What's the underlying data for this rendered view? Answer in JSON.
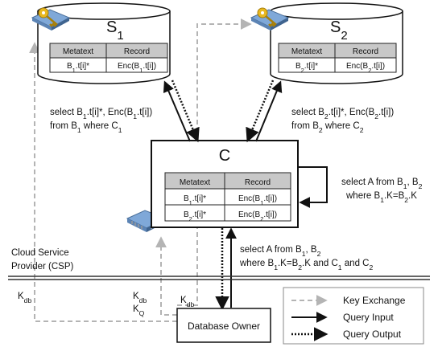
{
  "servers": [
    {
      "name": "S",
      "sub": "1",
      "table": {
        "headers": [
          "Metatext",
          "Record"
        ],
        "rows": [
          [
            {
              "t": "B",
              "s": "1",
              "r": ".t[i]*"
            },
            {
              "t": "Enc(B",
              "s": "1",
              "r": ".t[i])"
            }
          ]
        ]
      }
    },
    {
      "name": "S",
      "sub": "2",
      "table": {
        "headers": [
          "Metatext",
          "Record"
        ],
        "rows": [
          [
            {
              "t": "B",
              "s": "2",
              "r": ".t[i]*"
            },
            {
              "t": "Enc(B",
              "s": "2",
              "r": ".t[i])"
            }
          ]
        ]
      }
    }
  ],
  "central": {
    "name": "C",
    "table": {
      "headers": [
        "Metatext",
        "Record"
      ],
      "rows": [
        [
          {
            "t": "B",
            "s": "1",
            "r": ".t[i]*"
          },
          {
            "t": "Enc(B",
            "s": "1",
            "r": ".t[i])"
          }
        ],
        [
          {
            "t": "B",
            "s": "2",
            "r": ".t[i]*"
          },
          {
            "t": "Enc(B",
            "s": "2",
            "r": ".t[i])"
          }
        ]
      ]
    }
  },
  "queries": {
    "s1_line1": [
      {
        "t": "select B"
      },
      {
        "t": "1",
        "sub": true
      },
      {
        "t": ".t[i]*, Enc(B"
      },
      {
        "t": "1",
        "sub": true
      },
      {
        "t": ".t[i])"
      }
    ],
    "s1_line2": [
      {
        "t": "from B"
      },
      {
        "t": "1",
        "sub": true
      },
      {
        "t": " where C"
      },
      {
        "t": "1",
        "sub": true
      }
    ],
    "s2_line1": [
      {
        "t": "select B"
      },
      {
        "t": "2",
        "sub": true
      },
      {
        "t": ".t[i]*, Enc(B"
      },
      {
        "t": "2",
        "sub": true
      },
      {
        "t": ".t[i])"
      }
    ],
    "s2_line2": [
      {
        "t": "from B"
      },
      {
        "t": "2",
        "sub": true
      },
      {
        "t": " where C"
      },
      {
        "t": "2",
        "sub": true
      }
    ],
    "self_line1": [
      {
        "t": "select A from B"
      },
      {
        "t": "1",
        "sub": true
      },
      {
        "t": ", B"
      },
      {
        "t": "2",
        "sub": true
      }
    ],
    "self_line2": [
      {
        "t": "where B"
      },
      {
        "t": "1",
        "sub": true
      },
      {
        "t": ".K=B"
      },
      {
        "t": "2",
        "sub": true
      },
      {
        "t": ".K"
      }
    ],
    "owner_line1": [
      {
        "t": "select A from B"
      },
      {
        "t": "1",
        "sub": true
      },
      {
        "t": ", B"
      },
      {
        "t": "2",
        "sub": true
      }
    ],
    "owner_line2": [
      {
        "t": "where B"
      },
      {
        "t": "1",
        "sub": true
      },
      {
        "t": ".K=B"
      },
      {
        "t": "2",
        "sub": true
      },
      {
        "t": ".K and C"
      },
      {
        "t": "1",
        "sub": true
      },
      {
        "t": " and C"
      },
      {
        "t": "2",
        "sub": true
      }
    ]
  },
  "keys": {
    "left": [
      {
        "t": "K"
      },
      {
        "t": "db",
        "sub": true
      }
    ],
    "middle1": [
      {
        "t": "K"
      },
      {
        "t": "db",
        "sub": true
      }
    ],
    "middle2": [
      {
        "t": "K"
      },
      {
        "t": "Q",
        "sub": true
      }
    ],
    "right": [
      {
        "t": "K"
      },
      {
        "t": "db",
        "sub": true
      }
    ]
  },
  "csp_label": [
    "Cloud Service",
    "Provider (CSP)"
  ],
  "owner_label": "Database Owner",
  "legend": [
    {
      "label": "Key Exchange",
      "style": "dashed-gray"
    },
    {
      "label": "Query Input",
      "style": "solid"
    },
    {
      "label": "Query Output",
      "style": "dotted"
    }
  ],
  "colors": {
    "key_exchange": "#b4b4b4",
    "table_header": "#c8c8c8",
    "line": "#111111",
    "chip_blue": "#7fa8d8",
    "key_gold": "#e8b820"
  }
}
